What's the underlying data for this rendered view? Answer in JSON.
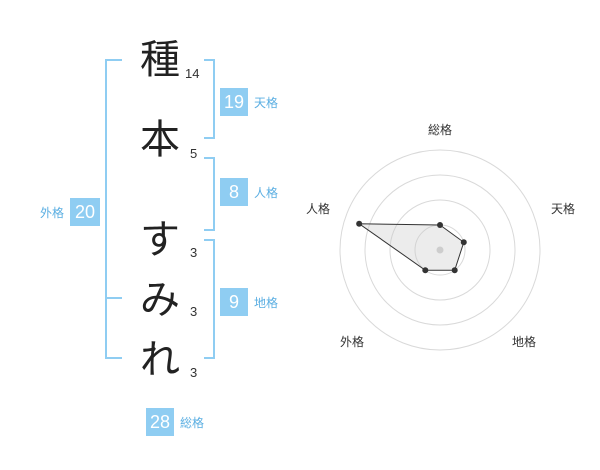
{
  "name": {
    "chars": [
      {
        "char": "種",
        "strokes": "14"
      },
      {
        "char": "本",
        "strokes": "5"
      },
      {
        "char": "す",
        "strokes": "3"
      },
      {
        "char": "み",
        "strokes": "3"
      },
      {
        "char": "れ",
        "strokes": "3"
      }
    ]
  },
  "fortune": {
    "tenkaku": {
      "value": "19",
      "label": "天格"
    },
    "jinkaku": {
      "value": "8",
      "label": "人格"
    },
    "chikaku": {
      "value": "9",
      "label": "地格"
    },
    "gaikaku": {
      "value": "20",
      "label": "外格"
    },
    "soukaku": {
      "value": "28",
      "label": "総格"
    }
  },
  "colors": {
    "accent": "#8fcdf2",
    "accent_text": "#5aaee2",
    "bracket": "#8fcdf2"
  },
  "chart_data": {
    "type": "radar",
    "axes": [
      "総格",
      "天格",
      "地格",
      "外格",
      "人格"
    ],
    "values": [
      0.25,
      0.25,
      0.25,
      0.25,
      0.85
    ],
    "rings": 4,
    "range": [
      0,
      1
    ]
  }
}
